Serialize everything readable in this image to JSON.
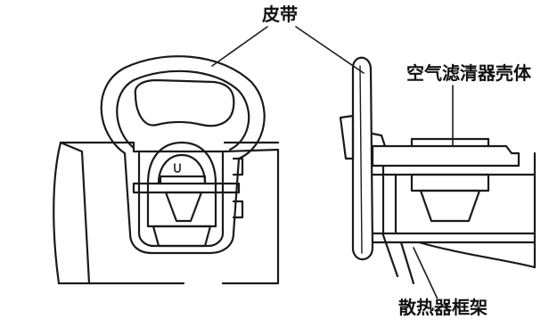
{
  "labels": {
    "belt": "皮带",
    "air_filter_housing": "空气滤清器壳体",
    "radiator_frame": "散热器框架"
  },
  "colors": {
    "line": "#1a1a1a",
    "background": "#ffffff"
  }
}
